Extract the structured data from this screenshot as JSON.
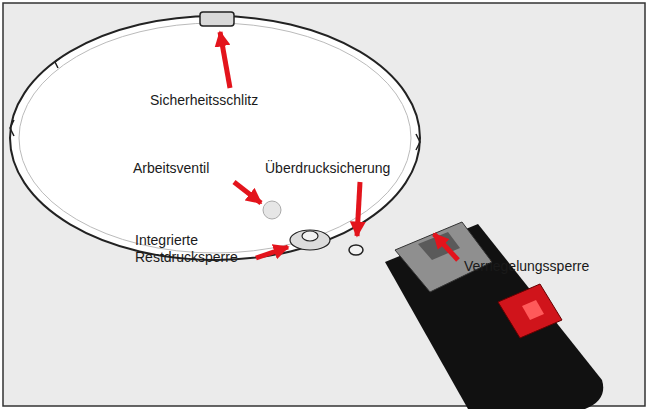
{
  "diagram": {
    "labels": [
      "Sicherheitsschlitz",
      "Arbeitsventil",
      "Überdrucksicherung",
      "Integrierte Restdrucksperre",
      "Verriegelungssperre"
    ]
  }
}
